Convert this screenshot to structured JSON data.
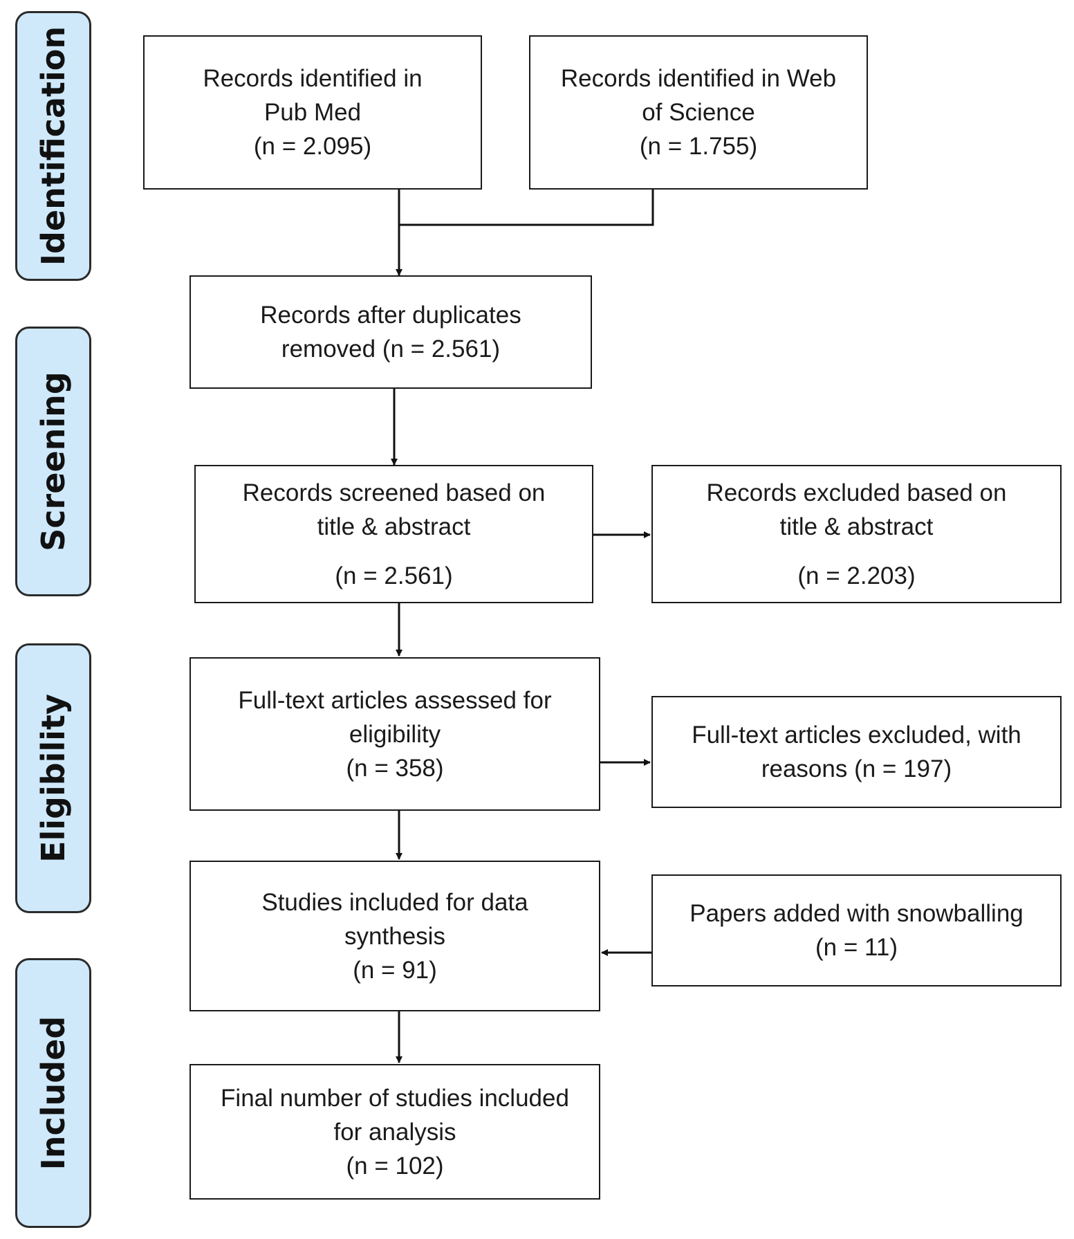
{
  "phases": {
    "identification": "Identification",
    "screening": "Screening",
    "eligibility": "Eligibility",
    "included": "Included"
  },
  "boxes": {
    "pubmed": {
      "line1": "Records identified in",
      "line2": "Pub Med",
      "count": "(n = 2.095)"
    },
    "wos": {
      "line1": "Records identified in Web",
      "line2": "of Science",
      "count": "(n = 1.755)"
    },
    "duplicates": {
      "line1": "Records after duplicates",
      "line2": "removed (n = 2.561)"
    },
    "screened": {
      "line1": "Records screened based on",
      "line2": "title & abstract",
      "count": "(n = 2.561)"
    },
    "excluded_screen": {
      "line1": "Records excluded based on",
      "line2": "title & abstract",
      "count": "(n = 2.203)"
    },
    "fulltext": {
      "line1": "Full-text articles assessed for",
      "line2": "eligibility",
      "count": "(n = 358)"
    },
    "excluded_fulltext": {
      "line1": "Full-text articles excluded, with",
      "line2": "reasons (n = 197)"
    },
    "synthesis": {
      "line1": "Studies included for data",
      "line2": "synthesis",
      "count": "(n = 91)"
    },
    "snowballing": {
      "line1": "Papers added with snowballing",
      "count": "(n = 11)"
    },
    "final": {
      "line1": "Final number of studies included",
      "line2": "for analysis",
      "count": "(n = 102)"
    }
  }
}
